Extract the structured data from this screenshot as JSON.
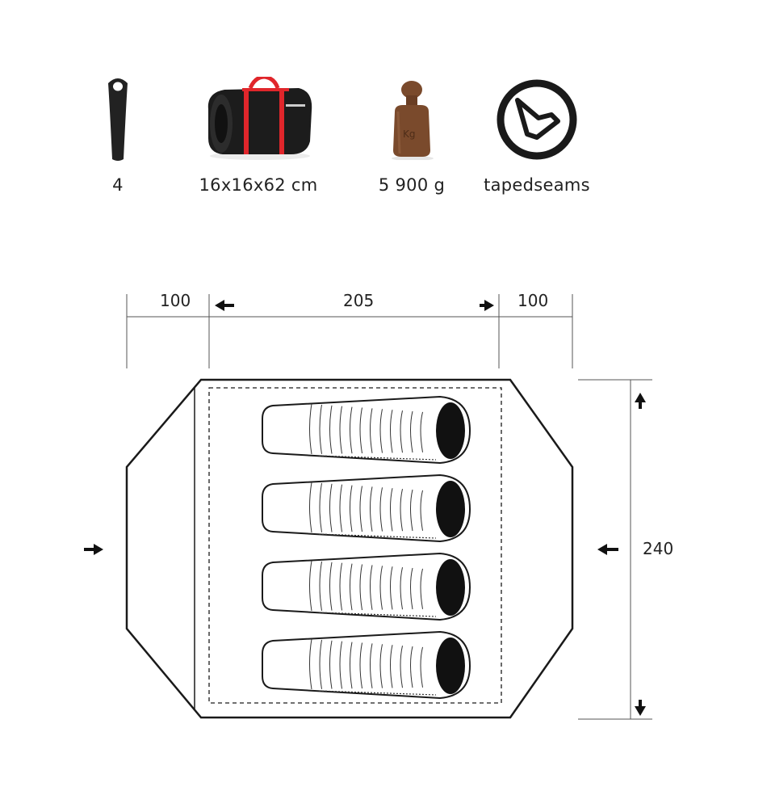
{
  "specs": {
    "persons": {
      "value": "4",
      "icon": "sleeping-bag-icon"
    },
    "pack_size": {
      "value": "16x16x62 cm",
      "icon": "carry-bag-icon"
    },
    "weight": {
      "value": "5 900 g",
      "icon": "weight-icon"
    },
    "seams": {
      "value": "tapedseams",
      "icon": "taped-seams-icon"
    }
  },
  "floor_plan": {
    "vestibule_left": "100",
    "inner_length": "205",
    "vestibule_right": "100",
    "width": "240",
    "sleeping_bags": 4
  },
  "colors": {
    "bag_accent": "#e0262b",
    "weight_wood": "#7a4a2c",
    "line": "#222222"
  }
}
